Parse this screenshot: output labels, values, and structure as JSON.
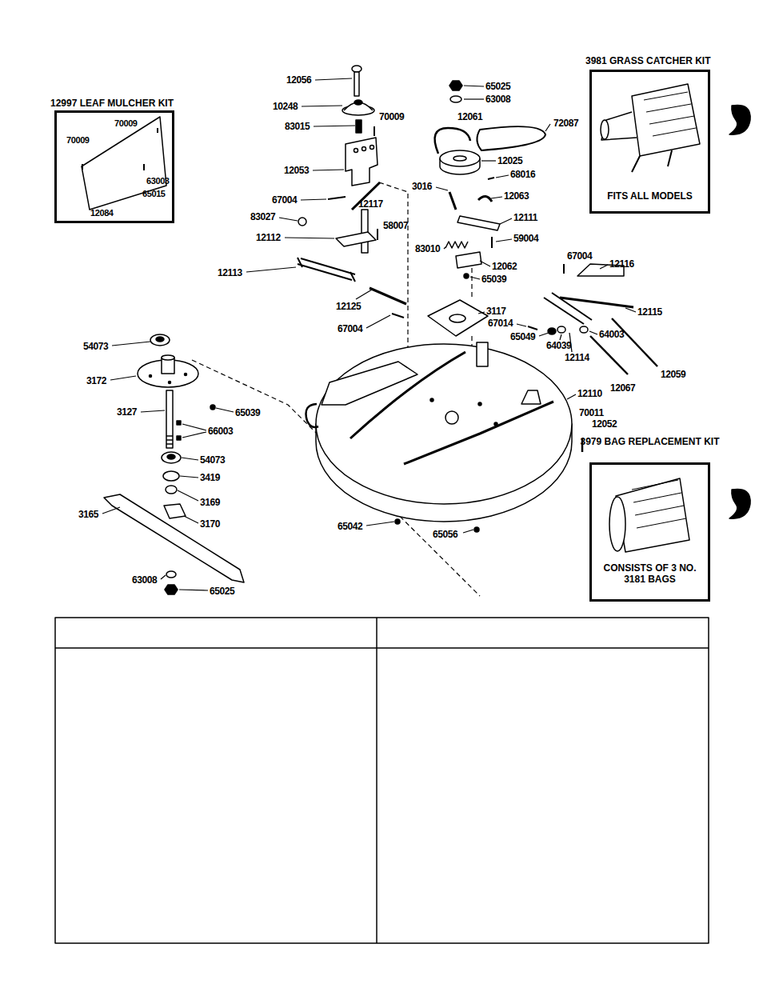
{
  "diagram": {
    "nodes": [
      {
        "text": [
          "12997 LEAF MULCHER KIT",
          "70009",
          "70009",
          "63003",
          "65015",
          "12084"
        ]
      },
      {
        "text": [
          "3981 GRASS CATCHER KIT",
          "FITS ALL MODELS"
        ]
      },
      {
        "text": [
          "3979 BAG REPLACEMENT KIT",
          "CONSISTS OF 3 NO. 3181 BAGS"
        ]
      }
    ],
    "labels": [
      "12056",
      "10248",
      "83015",
      "70009",
      "12053",
      "67004",
      "12117",
      "83027",
      "12112",
      "58007",
      "12113",
      "12125",
      "67004",
      "65025",
      "63008",
      "12061",
      "72087",
      "12025",
      "68016",
      "3016",
      "12063",
      "12111",
      "59004",
      "83010",
      "12062",
      "65039",
      "67004",
      "12116",
      "12115",
      "3117",
      "67014",
      "65049",
      "64039",
      "64003",
      "12114",
      "12059",
      "12067",
      "12110",
      "70011",
      "12052",
      "54073",
      "3172",
      "3127",
      "65039",
      "66003",
      "54073",
      "3419",
      "3169",
      "3165",
      "3170",
      "63008",
      "65025",
      "65042",
      "65056"
    ]
  }
}
